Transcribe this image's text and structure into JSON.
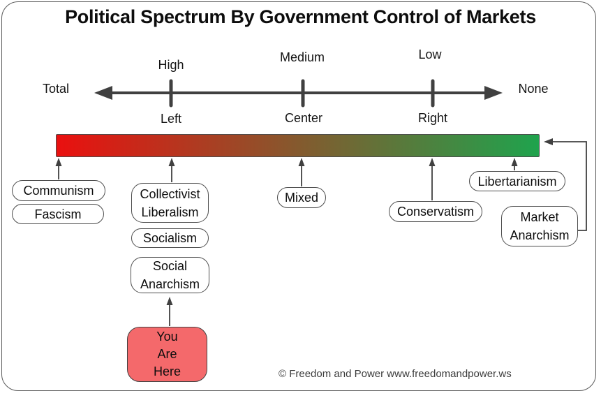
{
  "title": "Political Spectrum By Government Control of Markets",
  "axis": {
    "left_end_label": "Total",
    "right_end_label": "None",
    "top_ticks": {
      "high": "High",
      "medium": "Medium",
      "low": "Low"
    },
    "bottom_ticks": {
      "left": "Left",
      "center": "Center",
      "right": "Right"
    }
  },
  "colors": {
    "spectrum_left_red": "#ea100f",
    "spectrum_right_green": "#1fa34d",
    "marker_fill": "#f4696b",
    "line_color": "#404040"
  },
  "ideologies": {
    "communism": "Communism",
    "fascism": "Fascism",
    "collectivist_liberalism": "Collectivist\nLiberalism",
    "socialism": "Socialism",
    "mixed": "Mixed",
    "conservatism": "Conservatism",
    "libertarianism": "Libertarianism",
    "market_anarchism": "Market\nAnarchism",
    "social_anarchism": "Social\nAnarchism"
  },
  "marker": {
    "label": "You\nAre\nHere"
  },
  "footer": {
    "copyright": "© Freedom and Power www.freedomandpower.ws"
  }
}
